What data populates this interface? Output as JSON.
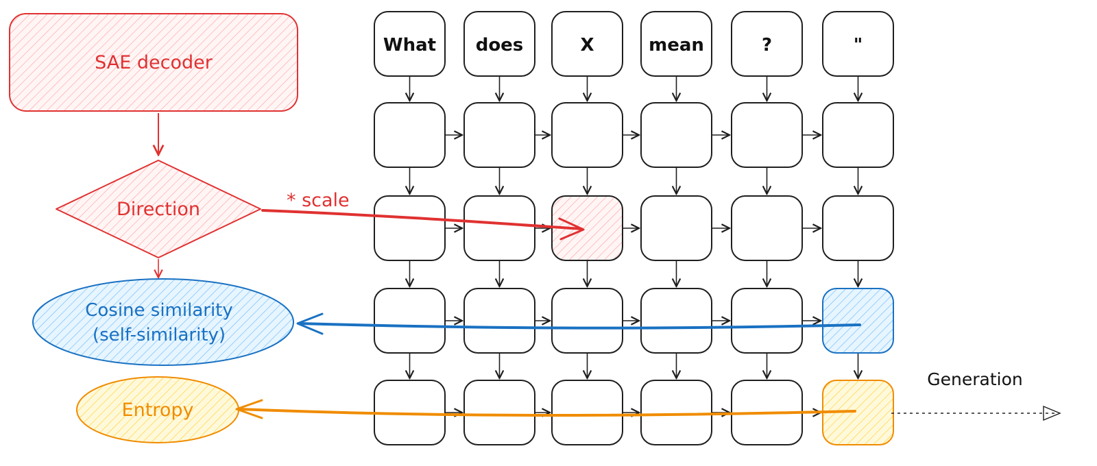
{
  "tokens": [
    "What",
    "does",
    "X",
    "mean",
    "?",
    "\""
  ],
  "nodes": {
    "sae_decoder": "SAE decoder",
    "direction": "Direction",
    "cosine_line1": "Cosine similarity",
    "cosine_line2": "(self-similarity)",
    "entropy": "Entropy"
  },
  "labels": {
    "scale": "* scale",
    "generation": "Generation"
  },
  "grid": {
    "columns": 6,
    "hidden_rows": 4,
    "injected_cell": {
      "row": 2,
      "column": 3
    },
    "cosine_cell": {
      "row": 3,
      "column": 6
    },
    "entropy_cell": {
      "row": 4,
      "column": 6
    }
  },
  "colors": {
    "red": "#e03131",
    "red_fill": "#ffc9c9",
    "blue": "#1971c2",
    "blue_fill": "#a5d8ff",
    "orange": "#f08c00",
    "orange_fill": "#ffec99",
    "ink": "#1e1e1e"
  }
}
